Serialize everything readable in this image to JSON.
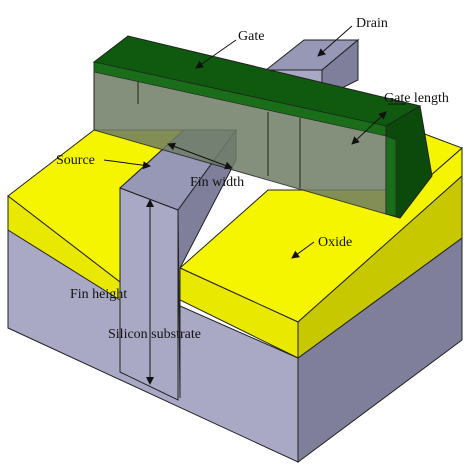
{
  "diagram": {
    "labels": {
      "gate": "Gate",
      "drain": "Drain",
      "gate_length": "Gate length",
      "source": "Source",
      "fin_width": "Fin width",
      "oxide": "Oxide",
      "fin_height": "Fin height",
      "silicon_substrate": "Silicon substrate"
    },
    "colors": {
      "substrate_left": "#a9a9c6",
      "substrate_right": "#7f7f9c",
      "oxide_top": "#f5f500",
      "oxide_front": "#e8e800",
      "oxide_side": "#c8c800",
      "fin_top": "#9797b6",
      "fin_front": "#a9a9c6",
      "fin_side": "#7f7f9c",
      "gate_top": "#0f5a0f",
      "gate_front": "#1a6e1a",
      "gate_side": "#0b4a0b",
      "gate_window": "#6f7d66",
      "outline": "#222222"
    }
  }
}
